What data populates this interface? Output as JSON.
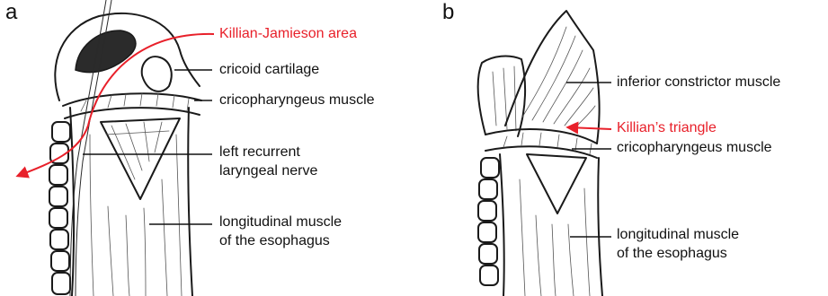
{
  "colors": {
    "red_label": "#e8202a",
    "black_label": "#111111",
    "ink": "#1a1a1a"
  },
  "panel_a": {
    "letter": "a",
    "labels": {
      "killian_jamieson": "Killian-Jamieson area",
      "cricoid": "cricoid cartilage",
      "cricopharyngeus": "cricopharyngeus muscle",
      "nerve_line1": "left recurrent",
      "nerve_line2": "laryngeal nerve",
      "longitudinal_line1": "longitudinal muscle",
      "longitudinal_line2": "of the esophagus"
    }
  },
  "panel_b": {
    "letter": "b",
    "labels": {
      "inferior_constrictor": "inferior constrictor muscle",
      "killians_triangle": "Killian’s triangle",
      "cricopharyngeus": "cricopharyngeus muscle",
      "longitudinal_line1": "longitudinal muscle",
      "longitudinal_line2": "of the esophagus"
    }
  }
}
